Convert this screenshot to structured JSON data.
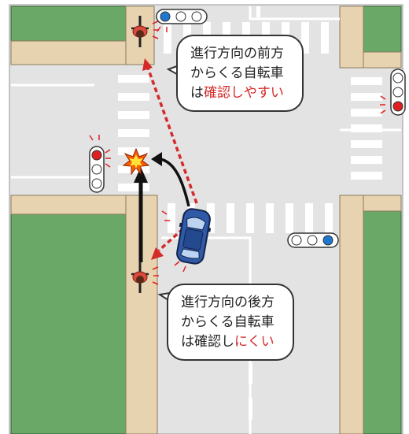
{
  "colors": {
    "road": "#e3e3e3",
    "sidewalk": "#e8d3b0",
    "grass": "#6aa868",
    "lane_marking": "#ffffff",
    "outline": "#333333",
    "danger_arrow": "#d42a2a",
    "path_arrow": "#111111",
    "car_body": "#2f5aa8",
    "signal_red": "#e02020",
    "signal_blue": "#1e78d0"
  },
  "icons": {
    "car": "car-icon",
    "bicycle_rider": "bicycle-rider-icon",
    "collision": "collision-burst-icon",
    "signal": "traffic-signal-icon"
  },
  "callouts": {
    "front": {
      "line1": "進行方向の前方",
      "line2": "からくる自転車",
      "line3_prefix": "は",
      "line3_accent": "確認しやすい"
    },
    "rear": {
      "line1": "進行方向の後方",
      "line2": "からくる自転車",
      "line3_prefix": "は確認し",
      "line3_accent": "にくい"
    }
  }
}
